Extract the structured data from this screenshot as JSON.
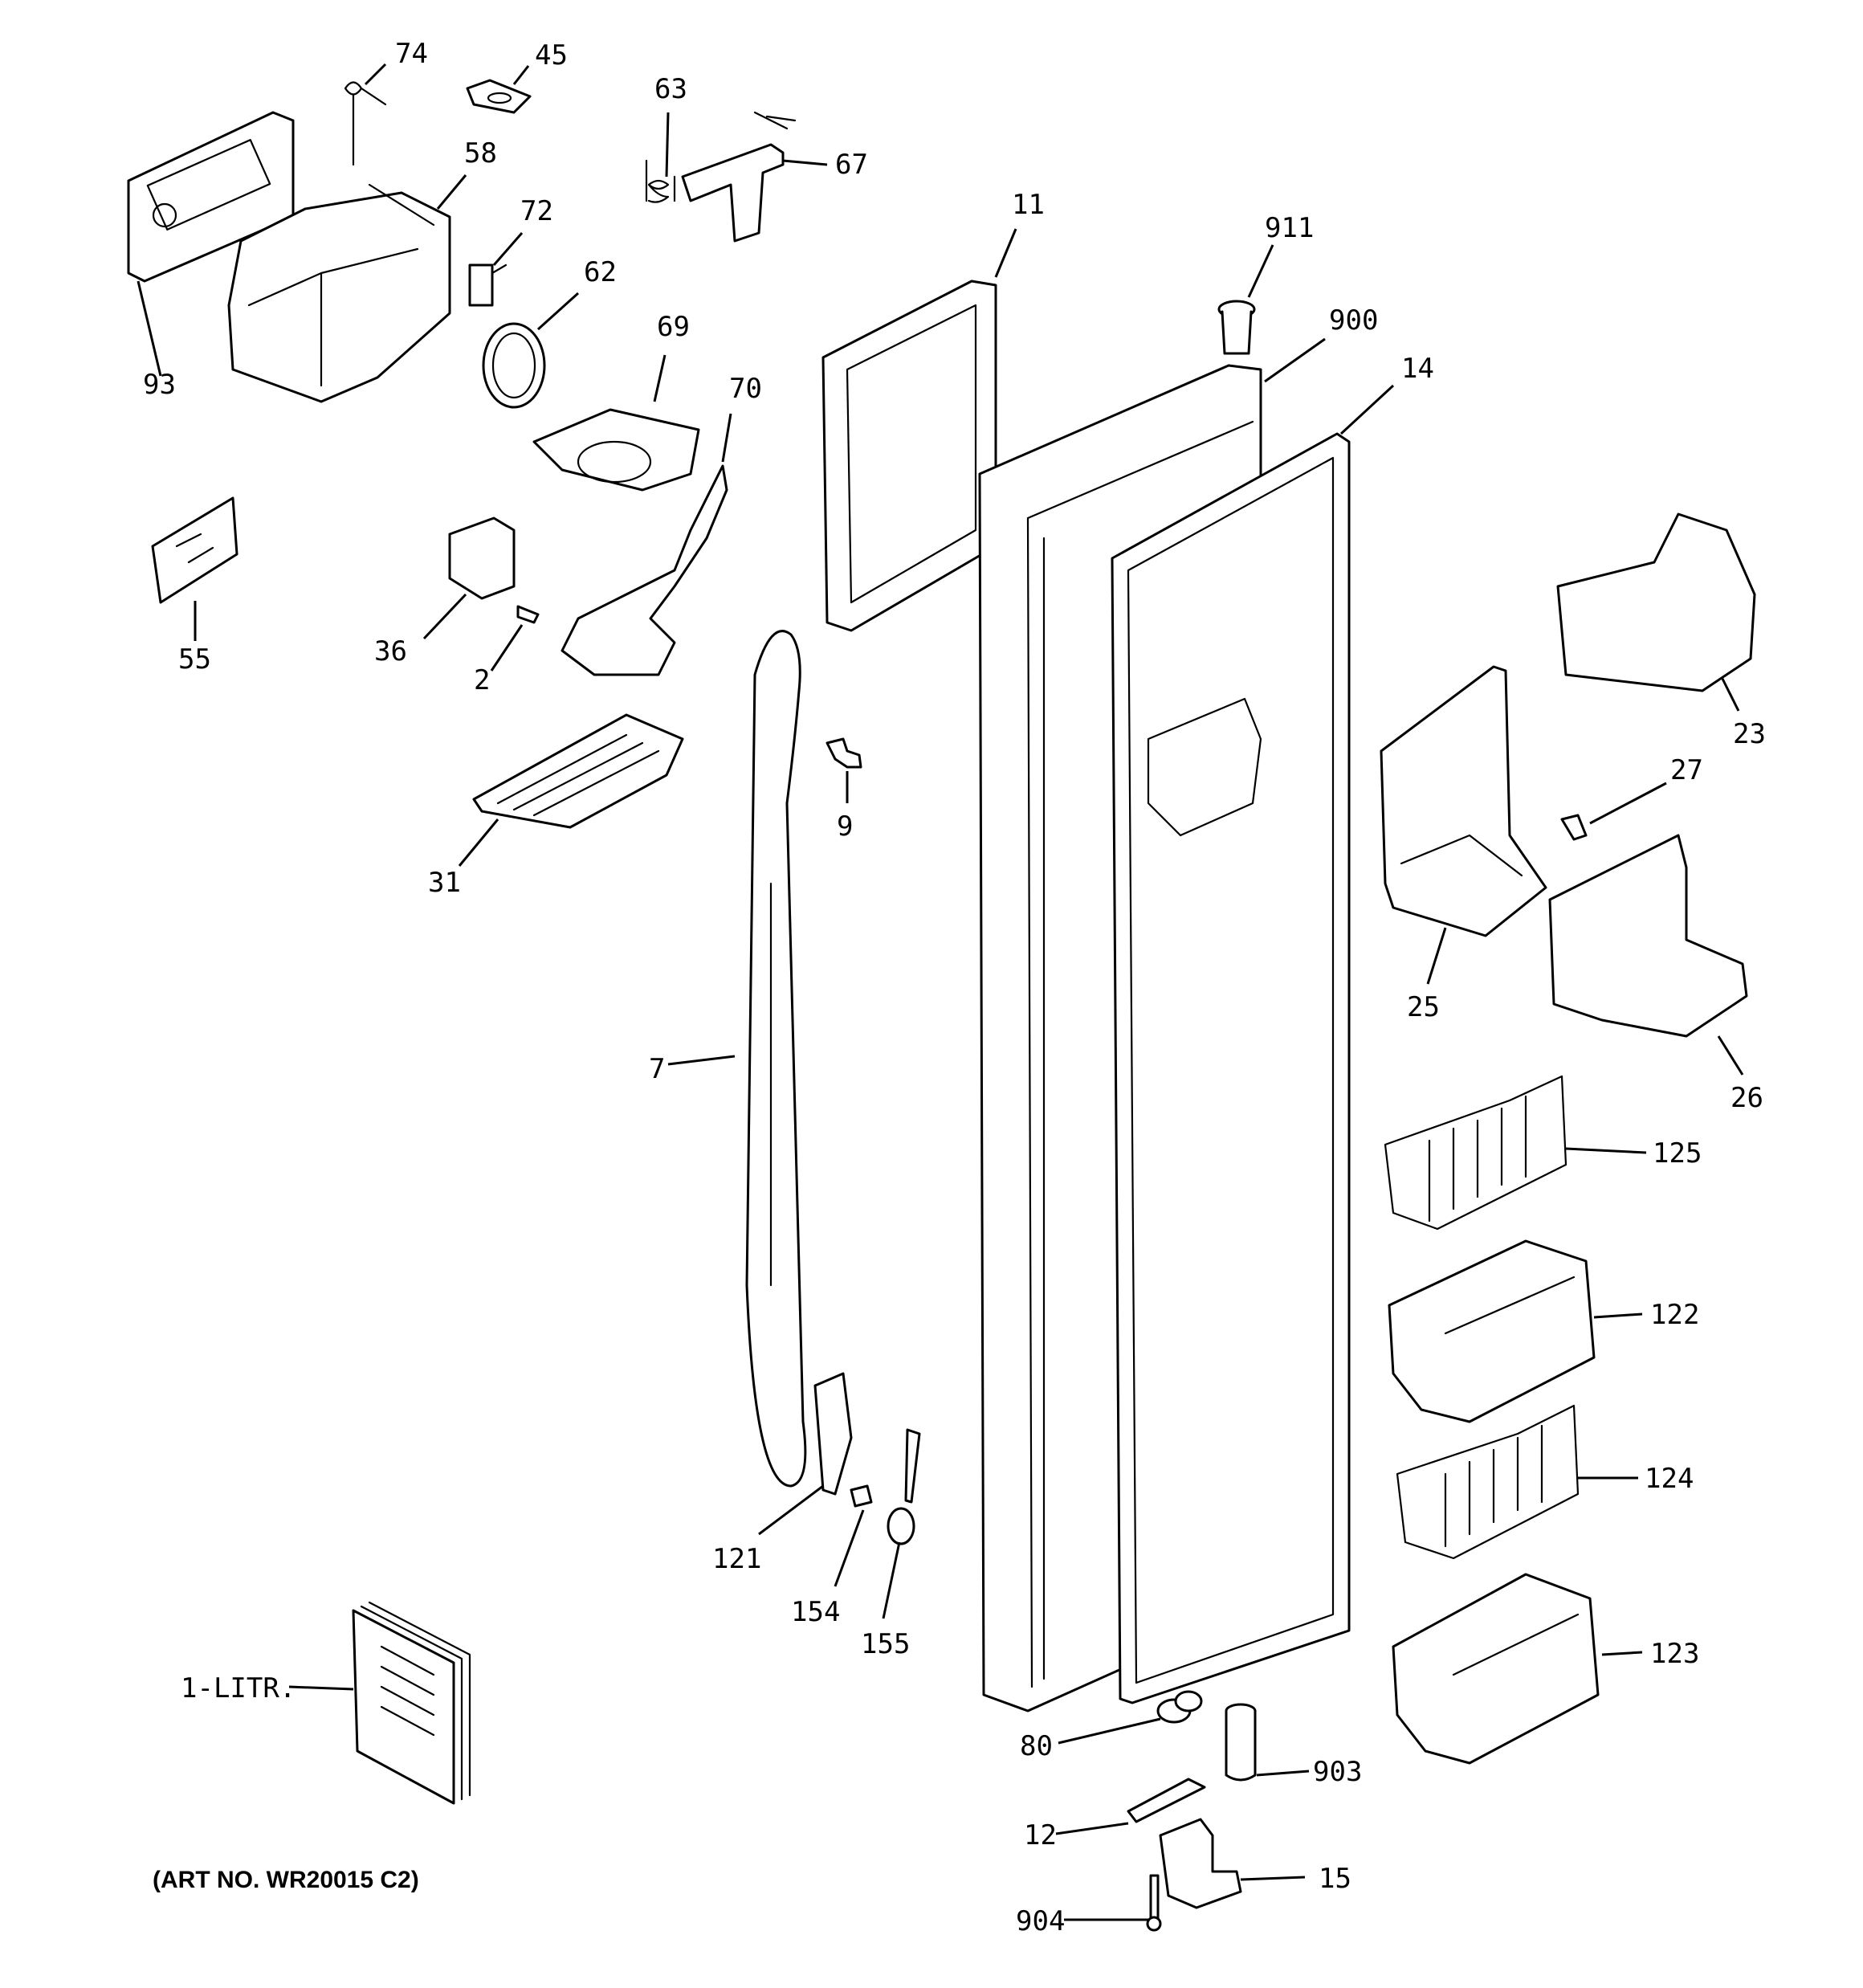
{
  "diagram": {
    "art_number": "(ART NO. WR20015 C2)",
    "callouts": {
      "c74": "74",
      "c45": "45",
      "c63": "63",
      "c67": "67",
      "c58": "58",
      "c72": "72",
      "c62": "62",
      "c11": "11",
      "c911": "911",
      "c93": "93",
      "c69": "69",
      "c900": "900",
      "c70": "70",
      "c14": "14",
      "c55": "55",
      "c36": "36",
      "c2": "2",
      "c23": "23",
      "c27": "27",
      "c9": "9",
      "c31": "31",
      "c25": "25",
      "c26": "26",
      "c7": "7",
      "c125": "125",
      "c122": "122",
      "c124": "124",
      "c121": "121",
      "c154": "154",
      "c155": "155",
      "c123": "123",
      "c1litr": "1-LITR.",
      "c80": "80",
      "c903": "903",
      "c12": "12",
      "c15": "15",
      "c904": "904"
    }
  }
}
